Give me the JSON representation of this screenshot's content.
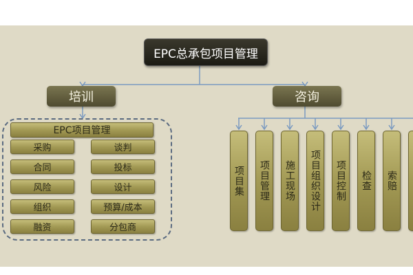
{
  "root": "EPC总承包项目管理",
  "training": {
    "label": "培训",
    "group_title": "EPC项目管理",
    "items": [
      "采购",
      "谈判",
      "合同",
      "投标",
      "风险",
      "设计",
      "组织",
      "预算/成本",
      "融资",
      "分包商"
    ]
  },
  "consulting": {
    "label": "咨询",
    "columns": [
      "项目集",
      "项目管理",
      "施工现场",
      "项目组织设计",
      "项目控制",
      "检查",
      "索赔",
      "/"
    ]
  },
  "colors": {
    "background": "#dfdac6",
    "connector": "#7a9ac0",
    "root": "#1c1b14",
    "level1": "#4f4b30",
    "leaf": "#a39a55"
  }
}
